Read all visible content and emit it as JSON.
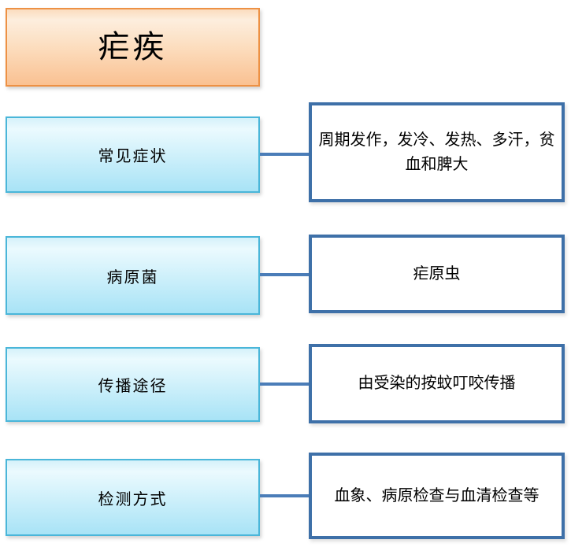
{
  "title": "疟疾",
  "rows": [
    {
      "label": "常见症状",
      "text": "周期发作，发冷、发热、多汗，贫血和脾大"
    },
    {
      "label": "病原菌",
      "text": "疟原虫"
    },
    {
      "label": "传播途径",
      "text": "由受染的按蚊叮咬传播"
    },
    {
      "label": "检测方式",
      "text": "血象、病原检查与血清检查等"
    }
  ],
  "colors": {
    "title_fill_top": "#FDEEDE",
    "title_fill_bottom": "#FAC192",
    "title_border": "#ED9144",
    "category_fill_top": "#EBFAFE",
    "category_fill_bottom": "#A8E3F6",
    "category_border": "#4AB6D9",
    "detail_border": "#3E70A8",
    "connector": "#4B7DB8",
    "text": "#000000",
    "background": "#FFFFFF"
  }
}
